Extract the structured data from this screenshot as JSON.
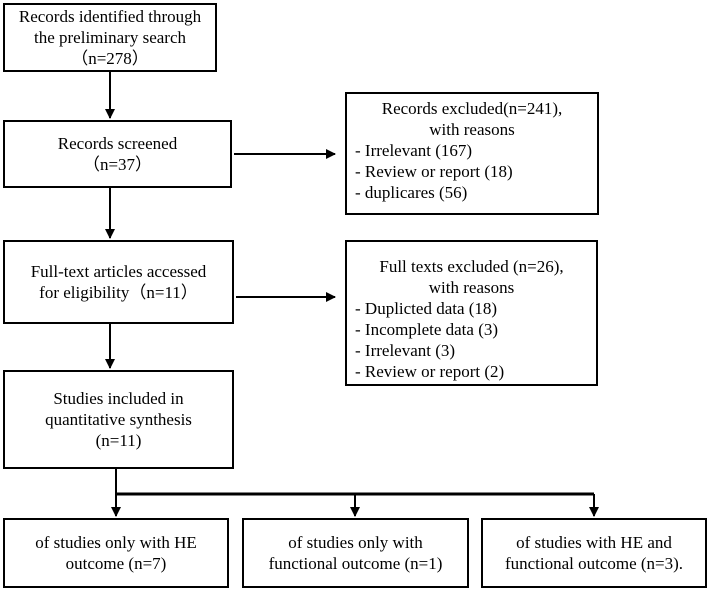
{
  "boxes": {
    "identified": [
      "Records identified through",
      "the preliminary search",
      "（n=278）"
    ],
    "screened": [
      "Records screened",
      "（n=37）"
    ],
    "fulltext": [
      "Full-text articles accessed",
      "for eligibility（n=11）"
    ],
    "included": [
      "Studies included in",
      "quantitative synthesis",
      "(n=11)"
    ],
    "records_excluded": {
      "header": [
        "Records excluded(n=241),",
        "with reasons"
      ],
      "items": [
        "- Irrelevant (167)",
        "- Review or report (18)",
        "- duplicares (56)"
      ]
    },
    "fulltext_excluded": {
      "header": [
        "Full texts excluded (n=26),",
        "with reasons"
      ],
      "items": [
        "- Duplicted data (18)",
        "- Incomplete data (3)",
        "- Irrelevant (3)",
        "- Review or report (2)"
      ]
    },
    "outcome_he": [
      "of studies only with HE",
      "outcome (n=7)"
    ],
    "outcome_functional": [
      "of studies only with",
      "functional outcome (n=1)"
    ],
    "outcome_both": [
      "of studies with HE and",
      "functional outcome (n=3)."
    ]
  }
}
